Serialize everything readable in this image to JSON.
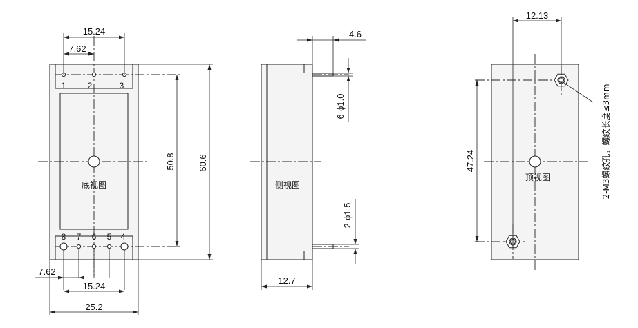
{
  "bottom_view": {
    "caption": "底视图",
    "dims": {
      "pin_spacing_top": "15.24",
      "pin_offset_top": "7.62",
      "pitch_vertical": "50.8",
      "height": "60.6",
      "pin_offset_bottom": "7.62",
      "pin_spacing_bottom": "15.24",
      "width": "25.2"
    },
    "pins_top": [
      "1",
      "2",
      "3"
    ],
    "pins_bottom": [
      "8",
      "7",
      "6",
      "5",
      "4"
    ]
  },
  "side_view": {
    "caption": "侧视图",
    "dims": {
      "pin_length": "4.6",
      "pin_dia_top": "6-ϕ1.0",
      "pin_dia_bottom": "2-ϕ1.5",
      "depth": "12.7"
    }
  },
  "top_view": {
    "caption": "顶视图",
    "dims": {
      "hole_offset_x": "12.13",
      "hole_spacing_y": "47.24"
    },
    "thread_note": "2-M3螺纹孔，螺纹长度≤3mm"
  }
}
